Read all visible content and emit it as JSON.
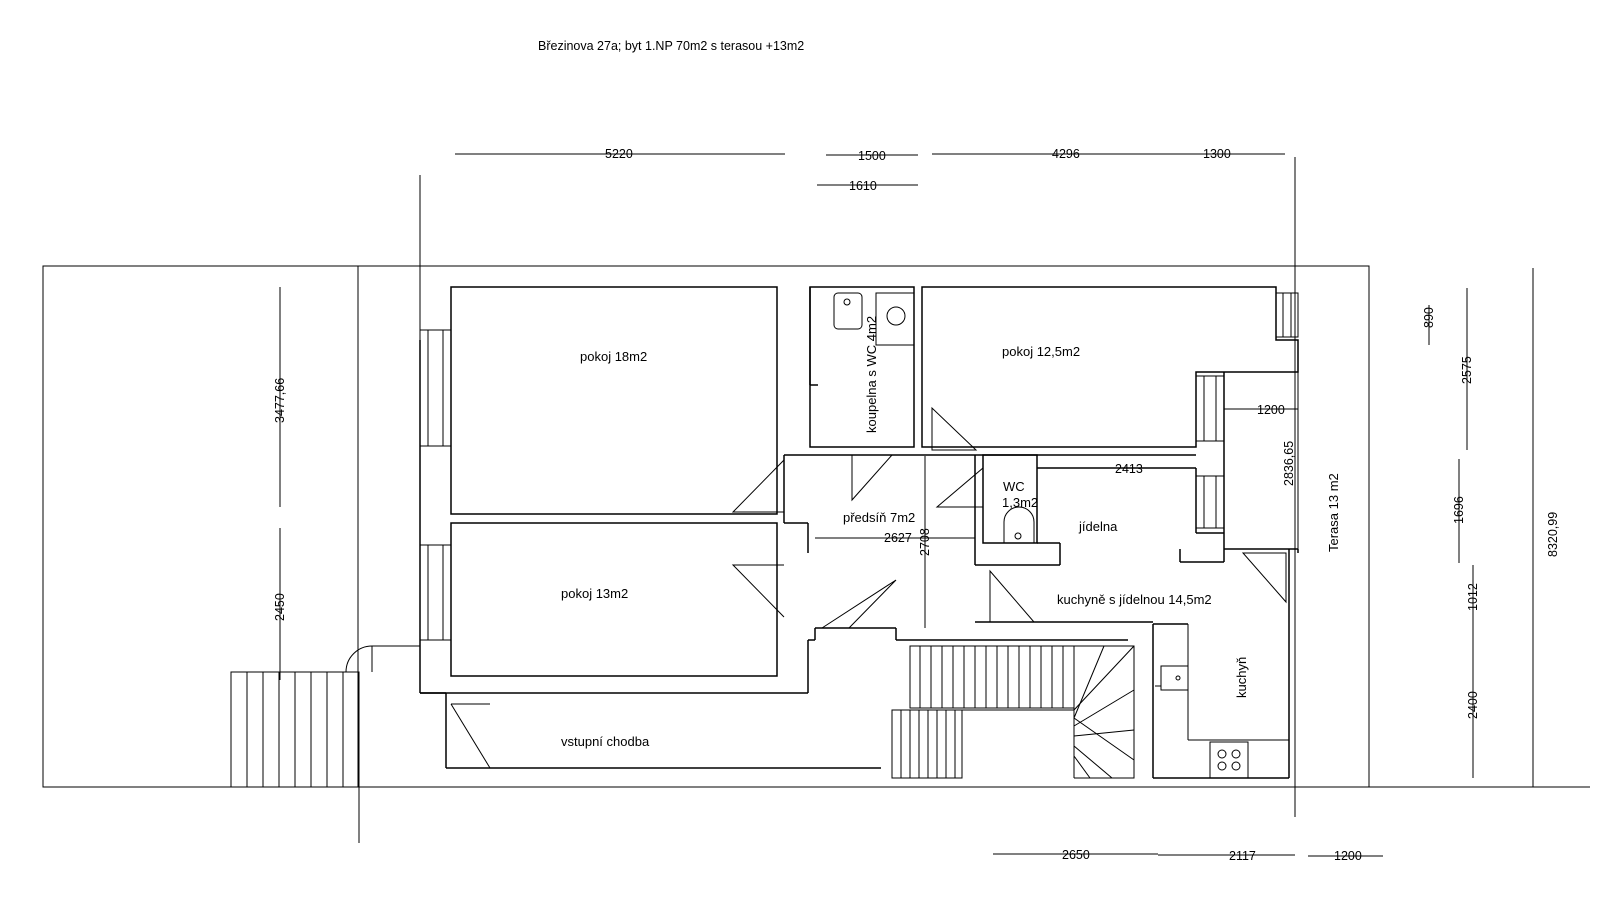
{
  "title": "Březinova 27a;  byt 1.NP 70m2 s terasou +13m2",
  "rooms": {
    "pokoj18": "pokoj 18m2",
    "pokoj13": "pokoj 13m2",
    "pokoj125": "pokoj 12,5m2",
    "koupelna": "koupelna s WC 4m2",
    "predsin": "předsíň 7m2",
    "wc_line1": "WC",
    "wc_line2": "1,3m2",
    "jidelna": "jídelna",
    "kuchyne_jidelna": "kuchyně s jídelnou 14,5m2",
    "kuchyn": "kuchyň",
    "vstupni_chodba": "vstupní chodba",
    "terasa": "Terasa 13 m2"
  },
  "dimensions": {
    "top_5220": "5220",
    "top_1500": "1500",
    "top_4296": "4296",
    "top_1300": "1300",
    "top_1610": "1610",
    "left_347766": "3477,66",
    "left_2450": "2450",
    "in_1200": "1200",
    "in_2413": "2413",
    "in_2627": "2627",
    "in_2708": "2708",
    "in_283665": "2836,65",
    "right_890": "890",
    "right_2575": "2575",
    "right_1696": "1696",
    "right_1012": "1012",
    "right_2400": "2400",
    "right_832099": "8320,99",
    "bottom_2650": "2650",
    "bottom_2117": "2117",
    "bottom_1200": "1200"
  }
}
